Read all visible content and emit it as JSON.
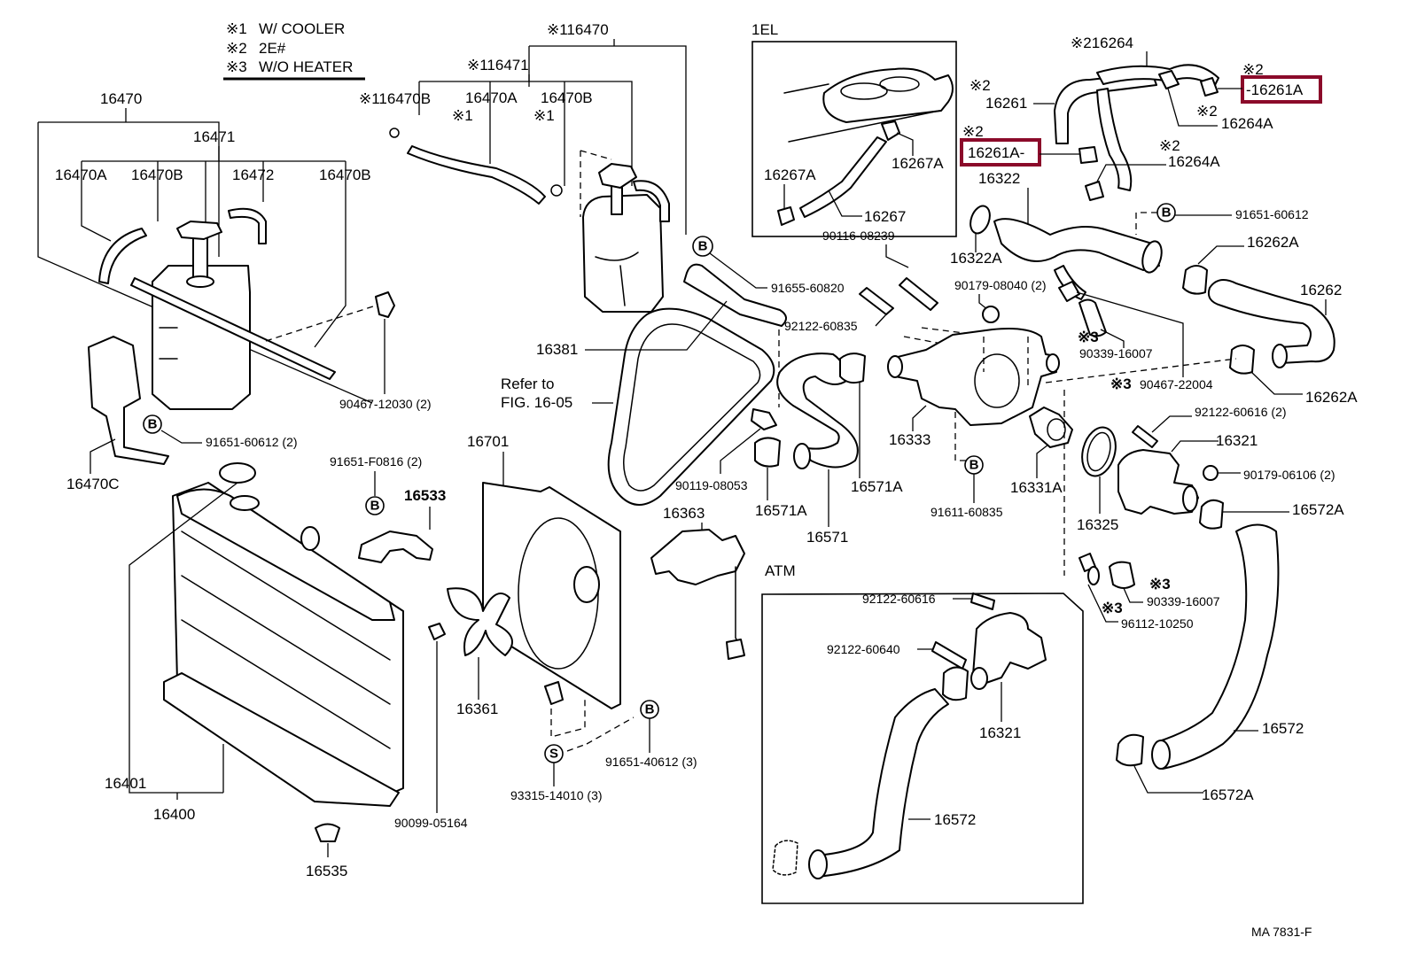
{
  "diagram": {
    "title_code": "MA 7831-F",
    "legend": [
      {
        "mark": "※1",
        "text": "W/ COOLER"
      },
      {
        "mark": "※2",
        "text": "2E#"
      },
      {
        "mark": "※3",
        "text": "W/O HEATER"
      }
    ],
    "sections": {
      "engine_1el": "1EL",
      "atm": "ATM"
    },
    "note": {
      "line1": "Refer to",
      "line2": "FIG. 16-05"
    },
    "highlight_color": "#8b0a2a",
    "callout_symbols": {
      "bolt": "B",
      "screw": "S"
    },
    "parts": {
      "p16470": "16470",
      "p16471": "16471",
      "p16470A_l": "16470A",
      "p16470B_l": "16470B",
      "p16472": "16472",
      "p16470B_r": "16470B",
      "p16470C": "16470C",
      "p90467_12030": "90467-12030 (2)",
      "p91651_60612_2": "91651-60612 (2)",
      "c_116470": "※116470",
      "c_116471": "※116471",
      "c_116470B": "※116470B",
      "c_16470A": "16470A",
      "c_16470A_mark": "※1",
      "c_16470B": "16470B",
      "c_16470B_mark": "※1",
      "p16381": "16381",
      "p91655_60820": "91655-60820",
      "p90119_08053": "90119-08053",
      "p16267A_l": "16267A",
      "p16267A_r": "16267A",
      "p16267": "16267",
      "p16264": "※216264",
      "p16261_mark": "※2",
      "p16261": "16261",
      "p16261A_r_mark": "※2",
      "p16261A_r": "-16261A",
      "p16264A_1_mark": "※2",
      "p16264A_1": "16264A",
      "p16261A_l_mark": "※2",
      "p16261A_l": "16261A-",
      "p16264A_2_mark": "※2",
      "p16264A_2": "16264A",
      "p16322": "16322",
      "p16322A": "16322A",
      "p91651_60612": "91651-60612",
      "p16262A_t": "16262A",
      "p16262": "16262",
      "p90116_08239": "90116-08239",
      "p90179_08040": "90179-08040 (2)",
      "p92122_60835": "92122-60835",
      "p90339_16007_t_mark": "※3",
      "p90339_16007_t": "90339-16007",
      "p90467_22004_mark": "※3",
      "p90467_22004": "90467-22004",
      "p16262A_b": "16262A",
      "p16333": "16333",
      "p16571A_r": "16571A",
      "p16571A_l": "16571A",
      "p16571": "16571",
      "p91611_60835": "91611-60835",
      "p16331A": "16331A",
      "p92122_60616_2": "92122-60616 (2)",
      "p16321_t": "16321",
      "p90179_06106": "90179-06106 (2)",
      "p16325": "16325",
      "p16572A_t": "16572A",
      "p90339_16007_b_mark": "※3",
      "p90339_16007_b": "90339-16007",
      "p96112_mark": "※3",
      "p96112_10250": "96112-10250",
      "p16572_r": "16572",
      "p16572A_b": "16572A",
      "p91651_F0816": "91651-F0816 (2)",
      "p16533": "16533",
      "p16701": "16701",
      "p16363": "16363",
      "p16361": "16361",
      "p91651_40612": "91651-40612 (3)",
      "p93315_14010": "93315-14010 (3)",
      "p16401": "16401",
      "p16400": "16400",
      "p90099_05164": "90099-05164",
      "p16535": "16535",
      "atm_92122_60616": "92122-60616",
      "atm_92122_60640": "92122-60640",
      "atm_16321": "16321",
      "atm_16572": "16572"
    }
  }
}
